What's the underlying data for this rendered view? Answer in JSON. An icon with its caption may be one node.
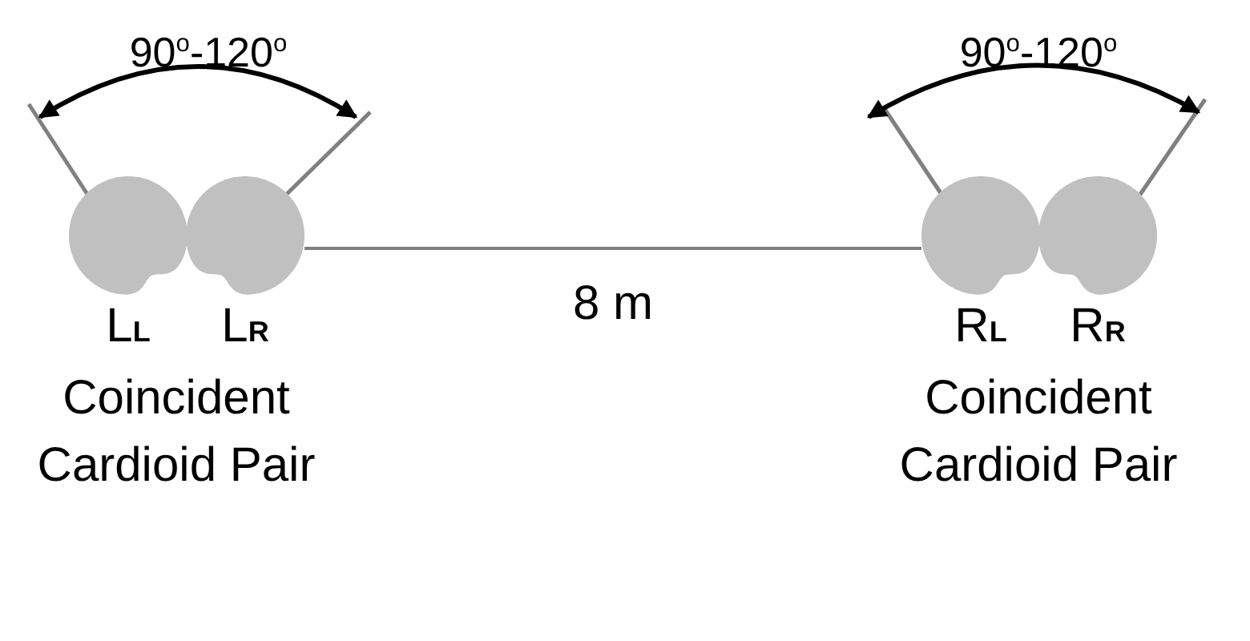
{
  "diagram": {
    "nodes": [
      {
        "text": [],
        "shape": "cardioid",
        "beside": [
          "L$_{L}$"
        ]
      },
      {
        "text": [],
        "shape": "cardioid",
        "beside": [
          "L$_{R}$"
        ]
      },
      {
        "text": [],
        "shape": "cardioid",
        "beside": [
          "R$_{L}$"
        ]
      },
      {
        "text": [],
        "shape": "cardioid",
        "beside": [
          "R$_{R}$"
        ]
      }
    ],
    "edges": [
      {
        "from": 1,
        "to": 2,
        "arrow": "none",
        "label": "8 m"
      }
    ],
    "labels": [
      "90$^{o}$-120$^{o}$",
      "90$^{o}$-120$^{o}$",
      "Coincident Cardioid Pair",
      "Coincident Cardioid Pair"
    ]
  }
}
